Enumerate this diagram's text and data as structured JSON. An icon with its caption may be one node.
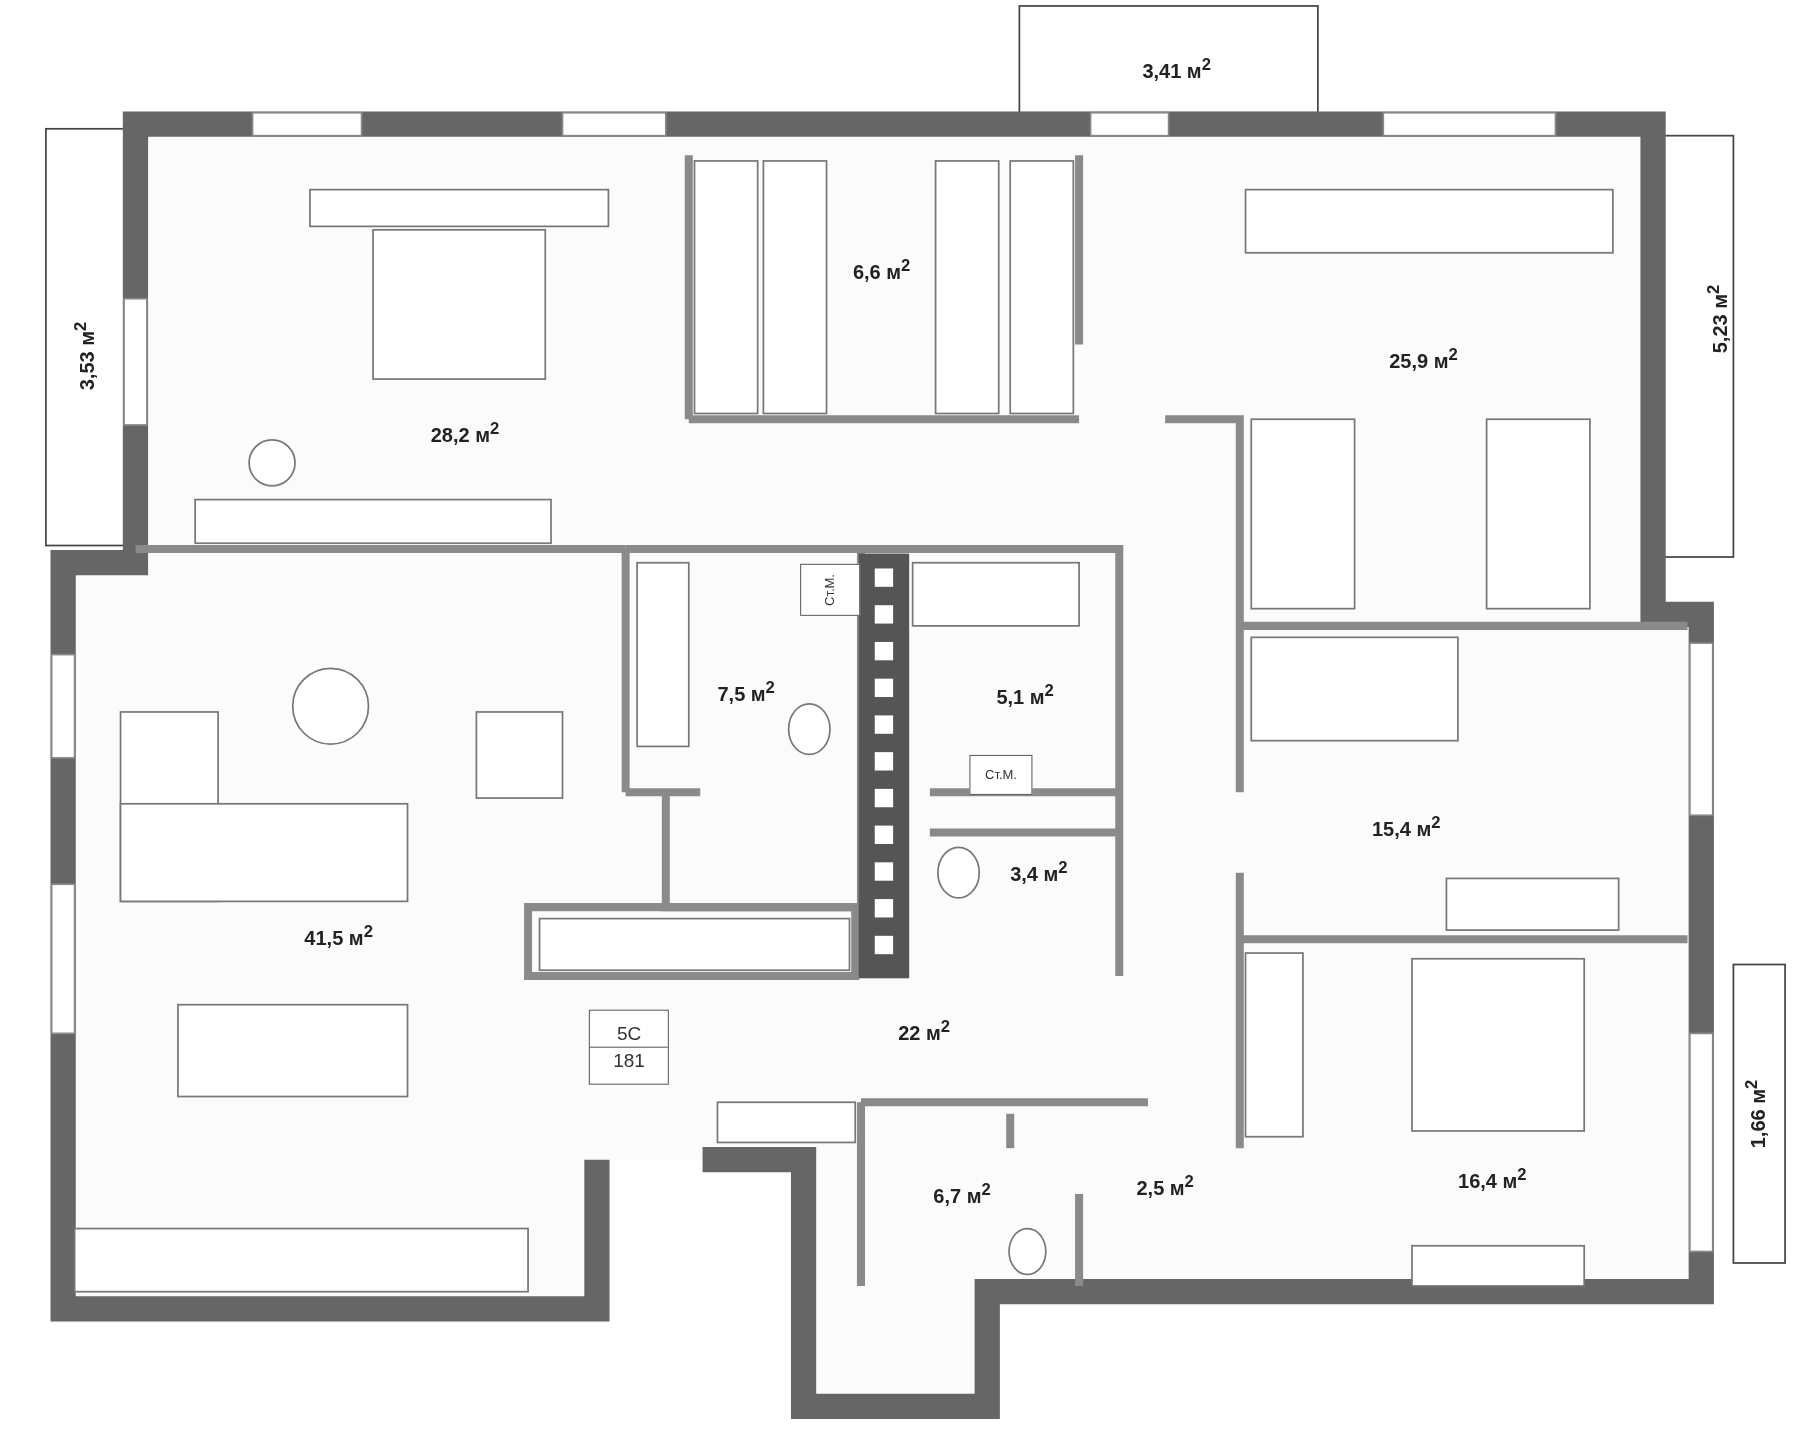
{
  "diagram": {
    "nodes": [
      {
        "text": [
          "Ст.М."
        ]
      },
      {
        "text": [
          "Ст.М."
        ]
      },
      {
        "text": [
          "5C",
          "181"
        ]
      }
    ],
    "labels": [
      "3,41 м$^{2}$",
      "6,6 м$^{2}$",
      "5,23 м$^{2}$",
      "3,53 м$^{2}$",
      "25,9 м$^{2}$",
      "28,2 м$^{2}$",
      "7,5 м$^{2}$",
      "5,1 м$^{2}$",
      "15,4 м$^{2}$",
      "3,4 м$^{2}$",
      "41,5 м$^{2}$",
      "22 м$^{2}$",
      "1,66 м$^{2}$",
      "16,4 м$^{2}$",
      "2,5 м$^{2}$",
      "6,7 м$^{2}$"
    ]
  }
}
